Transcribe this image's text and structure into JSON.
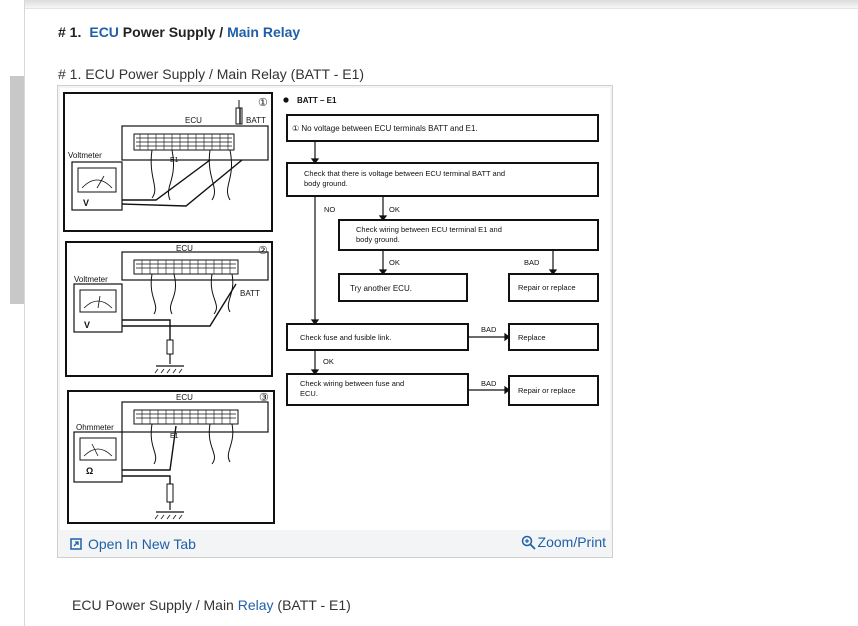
{
  "heading": {
    "number": "# 1.",
    "ecu_link": "ECU",
    "middle": " Power Supply / ",
    "relay_link": "Main Relay"
  },
  "figure": {
    "title": "# 1. ECU Power Supply / Main Relay (BATT - E1)",
    "open_tab_label": "Open In New Tab",
    "zoom_label": "Zoom/Print",
    "panels": [
      {
        "num": "①",
        "ecu": "ECU",
        "batt": "BATT",
        "e1": "E1",
        "meter": "Voltmeter",
        "meter_symbol": "V"
      },
      {
        "num": "②",
        "ecu": "ECU",
        "batt": "BATT",
        "meter": "Voltmeter",
        "meter_symbol": "V"
      },
      {
        "num": "③",
        "ecu": "ECU",
        "e1": "E1",
        "meter": "Ohmmeter",
        "meter_symbol": "Ω"
      }
    ],
    "flow": {
      "header": "BATT – E1",
      "step1": "① No voltage between ECU terminals BATT and E1.",
      "step2_line1": "Check that there is voltage between ECU terminal BATT and",
      "step2_line2": "body ground.",
      "step3_line1": "Check wiring between ECU terminal E1 and",
      "step3_line2": "body ground.",
      "no": "NO",
      "ok1": "OK",
      "ok2": "OK",
      "bad1": "BAD",
      "try_ecu": "Try another ECU.",
      "repair1": "Repair or replace",
      "fuse": "Check fuse and fusible link.",
      "bad2": "BAD",
      "replace": "Replace",
      "ok3": "OK",
      "wiring_line1": "Check wiring between fuse and",
      "wiring_line2": "ECU.",
      "bad3": "BAD",
      "repair2": "Repair or replace"
    }
  },
  "caption": {
    "prefix": "ECU Power Supply / Main ",
    "relay_link": "Relay",
    "suffix": " (BATT - E1)"
  }
}
